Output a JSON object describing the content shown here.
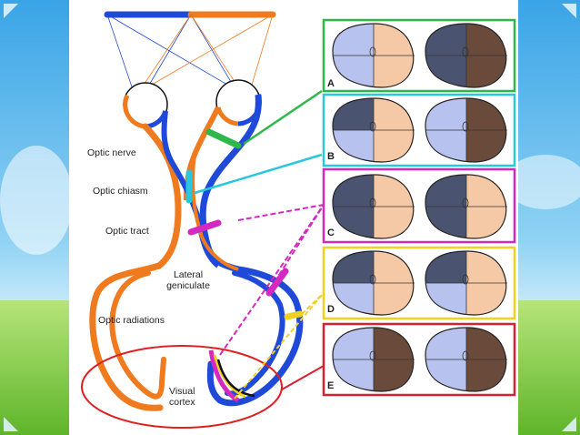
{
  "labels": {
    "optic_nerve": "Optic nerve",
    "optic_chiasm": "Optic chiasm",
    "optic_tract": "Optic tract",
    "lateral_geniculate": "Lateral geniculate",
    "optic_radiations": "Optic radiations",
    "visual_cortex": "Visual cortex"
  },
  "panels": [
    {
      "letter": "A",
      "border_color": "#2eb84a"
    },
    {
      "letter": "B",
      "border_color": "#29c7dc"
    },
    {
      "letter": "C",
      "border_color": "#d428c0"
    },
    {
      "letter": "D",
      "border_color": "#f0d020"
    },
    {
      "letter": "E",
      "border_color": "#d42030"
    }
  ],
  "colors": {
    "left_pathway": "#f07a1e",
    "right_pathway": "#1f49d8",
    "field_light_left": "#b7c2ef",
    "field_light_right": "#f6c9a6",
    "field_dark": "#4a5470",
    "field_dark_brown": "#6a4a3a"
  },
  "lesion_marks": [
    {
      "name": "lesion-optic-nerve",
      "color": "#2eb84a"
    },
    {
      "name": "lesion-optic-chiasm",
      "color": "#29c7dc"
    },
    {
      "name": "lesion-optic-tract",
      "color": "#d428c0"
    },
    {
      "name": "lesion-meyer-loop",
      "color": "#d428c0"
    },
    {
      "name": "lesion-radiation-parietal",
      "color": "#f0d020"
    }
  ],
  "navigation": {
    "prev_icon": "corner-triangle-left-icon",
    "next_icon": "corner-triangle-right-icon"
  }
}
